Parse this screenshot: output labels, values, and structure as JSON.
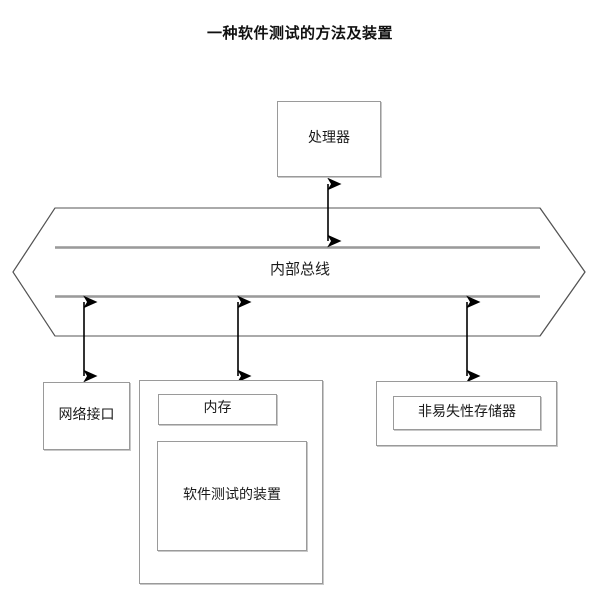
{
  "page": {
    "title": "一种软件测试的方法及装置",
    "background_color": "#ffffff",
    "line_color": "#9a9a9a",
    "arrow_color": "#000000",
    "text_color": "#1a1a1a"
  },
  "diagram": {
    "type": "block-diagram",
    "nodes": {
      "processor": {
        "label": "处理器"
      },
      "internal_bus": {
        "label": "内部总线",
        "shape": "double-headed-arrow"
      },
      "network_interface": {
        "label": "网络接口"
      },
      "memory_container": {
        "label": ""
      },
      "memory": {
        "label": "内存"
      },
      "software_test_apparatus": {
        "label": "软件测试的装置"
      },
      "nonvolatile_container": {
        "label": ""
      },
      "nonvolatile_memory": {
        "label": "非易失性存储器"
      }
    },
    "connectors": [
      {
        "name": "processor-to-bus",
        "from": "processor",
        "to": "internal_bus",
        "style": "double-arrow"
      },
      {
        "name": "bus-to-network-interface",
        "from": "internal_bus",
        "to": "network_interface",
        "style": "double-arrow"
      },
      {
        "name": "bus-to-memory",
        "from": "internal_bus",
        "to": "memory_container",
        "style": "double-arrow"
      },
      {
        "name": "bus-to-nonvolatile-memory",
        "from": "internal_bus",
        "to": "nonvolatile_container",
        "style": "double-arrow"
      }
    ]
  }
}
